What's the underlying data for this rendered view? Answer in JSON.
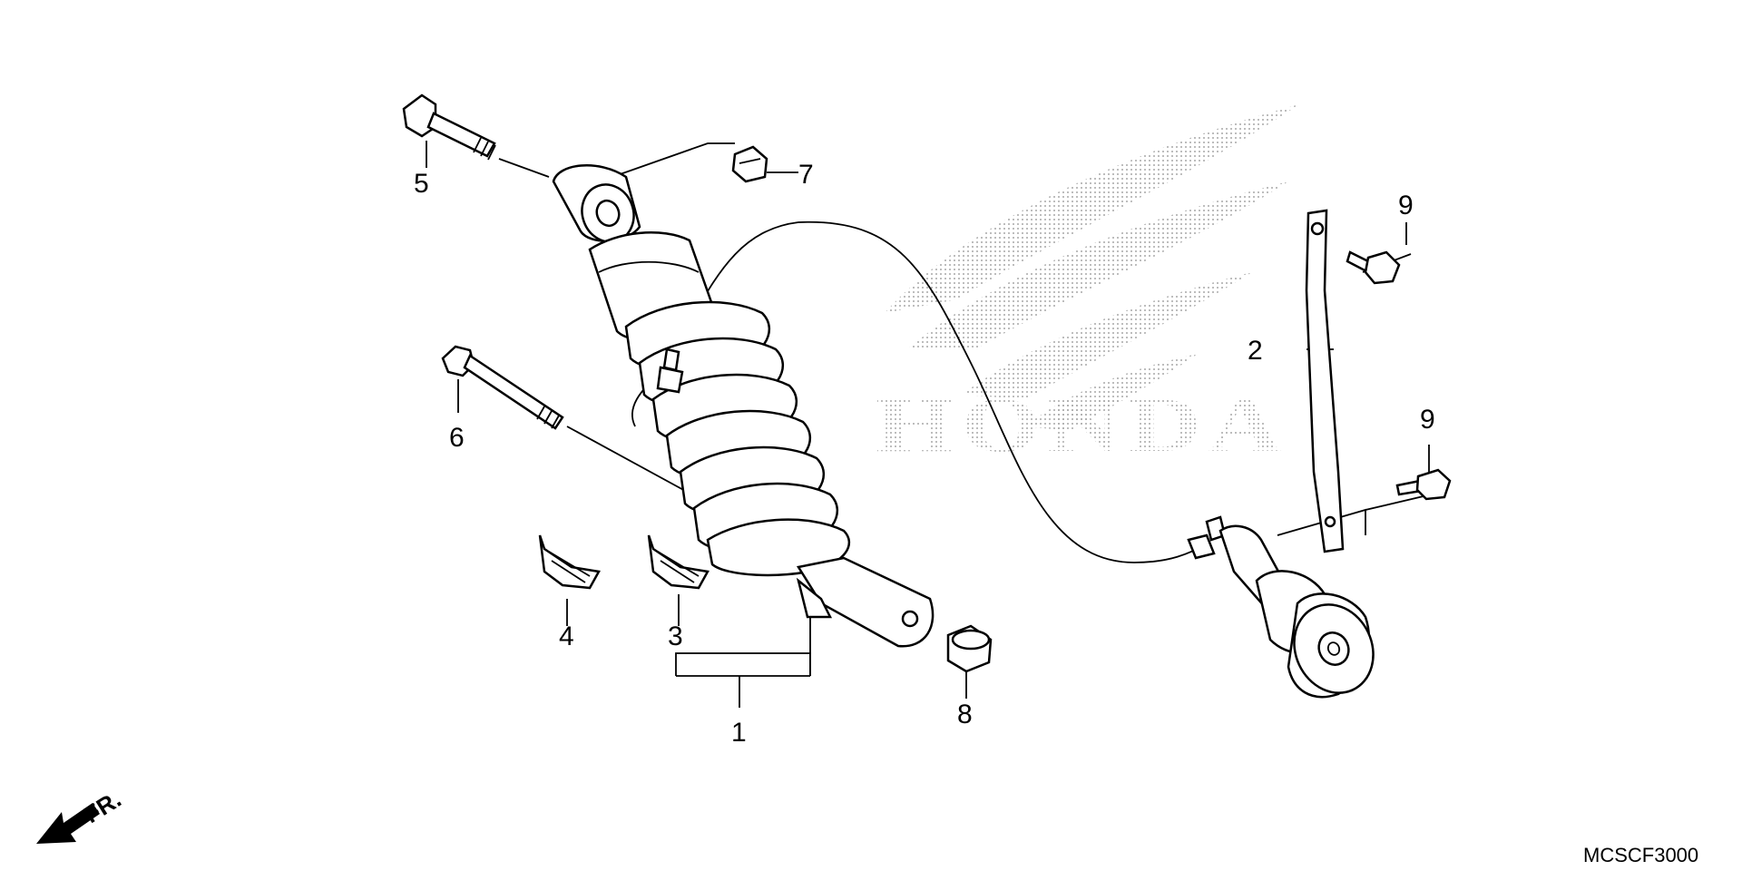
{
  "watermark": {
    "text": "HONDA"
  },
  "direction_indicator": {
    "label": "FR."
  },
  "diagram_code": "MCSCF3000",
  "callouts": {
    "c1": "1",
    "c2": "2",
    "c3": "3",
    "c4": "4",
    "c5": "5",
    "c6": "6",
    "c7": "7",
    "c8": "8",
    "c9a": "9",
    "c9b": "9"
  }
}
